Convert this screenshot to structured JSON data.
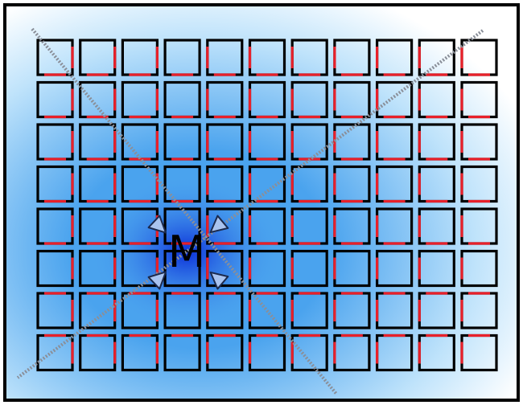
{
  "diagram": {
    "center_label": "M",
    "grid": {
      "rows": 8,
      "cols": 11
    },
    "colors": {
      "frame": "#000000",
      "cell_border": "#000000",
      "cell_edge_highlight": "#e8202a",
      "field_core": "#0b2fd9",
      "field_mid": "#4aa3ee",
      "field_light": "#bfe3fb",
      "arrow_fill": "#a9c3ef",
      "arrow_stroke": "#1c2a4d",
      "diagonal": "#8a8f99"
    },
    "icons": [
      "arrow-triangle-icon"
    ]
  }
}
